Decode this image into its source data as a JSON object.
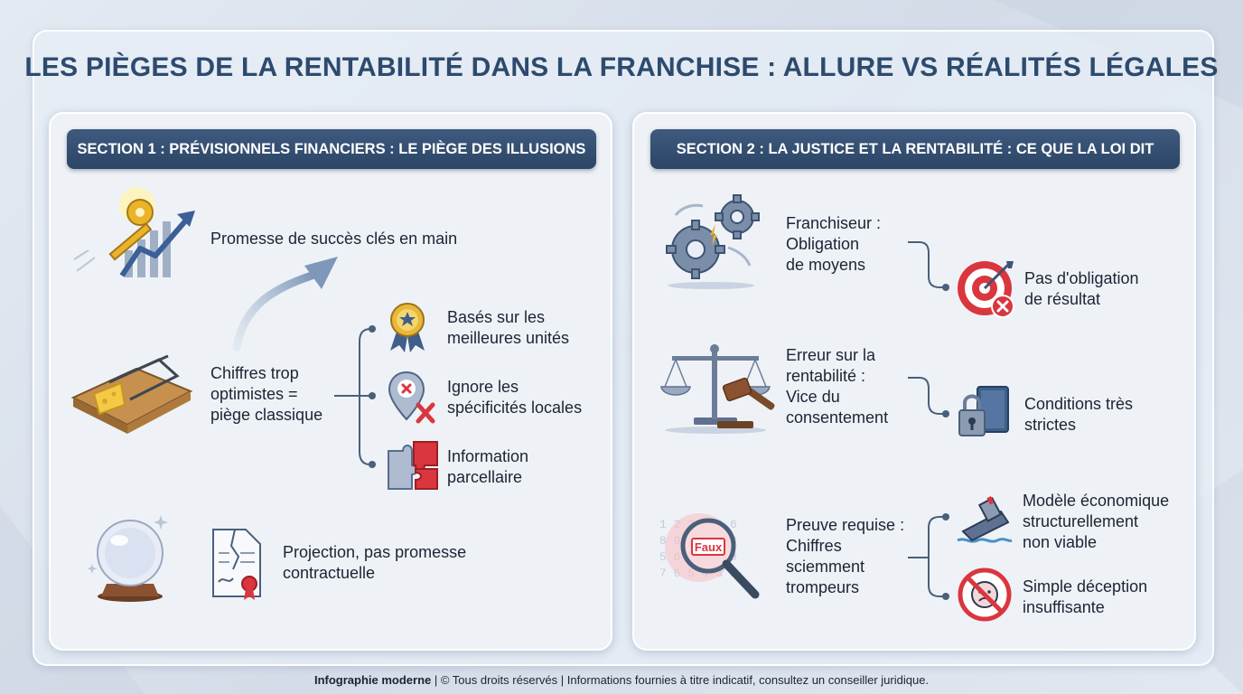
{
  "title": "LES PIÈGES DE LA RENTABILITÉ DANS LA FRANCHISE : ALLURE VS RÉALITÉS LÉGALES",
  "section1": {
    "header": "SECTION 1 : PRÉVISIONNELS FINANCIERS : LE PIÈGE DES ILLUSIONS",
    "promise": "Promesse de succès clés en main",
    "trap": [
      "Chiffres trop",
      "optimistes =",
      "piège classique"
    ],
    "branches": [
      {
        "lines": [
          "Basés sur les",
          "meilleures unités"
        ],
        "icon": "award-medal-icon"
      },
      {
        "lines": [
          "Ignore les",
          "spécificités locales"
        ],
        "icon": "map-pin-x-icon"
      },
      {
        "lines": [
          "Information",
          "parcellaire"
        ],
        "icon": "puzzle-icon"
      }
    ],
    "projection": [
      "Projection, pas promesse",
      "contractuelle"
    ]
  },
  "section2": {
    "header": "SECTION 2 : LA JUSTICE ET LA RENTABILITÉ : CE QUE LA LOI DIT",
    "rows": [
      {
        "left": [
          "Franchiseur :",
          "Obligation",
          "de moyens"
        ],
        "right": [
          "Pas d'obligation",
          "de résultat"
        ]
      },
      {
        "left": [
          "Erreur sur la",
          "rentabilité :",
          "Vice du",
          "consentement"
        ],
        "right": [
          "Conditions très",
          "strictes"
        ]
      },
      {
        "left": [
          "Preuve requise :",
          "Chiffres",
          "sciemment",
          "trompeurs"
        ],
        "branches": [
          [
            "Modèle économique",
            "structurellement",
            "non viable"
          ],
          [
            "Simple déception",
            "insuffisante"
          ]
        ]
      }
    ],
    "magnifier_label": "Faux"
  },
  "footer": {
    "bold": "Infographie moderne",
    "rest": " | © Tous droits réservés | Informations fournies à titre indicatif, consultez un conseiller juridique."
  },
  "colors": {
    "title": "#2d4a6e",
    "header": "#2c4566",
    "accent_red": "#d9363e",
    "connector": "#4a5f7a"
  }
}
